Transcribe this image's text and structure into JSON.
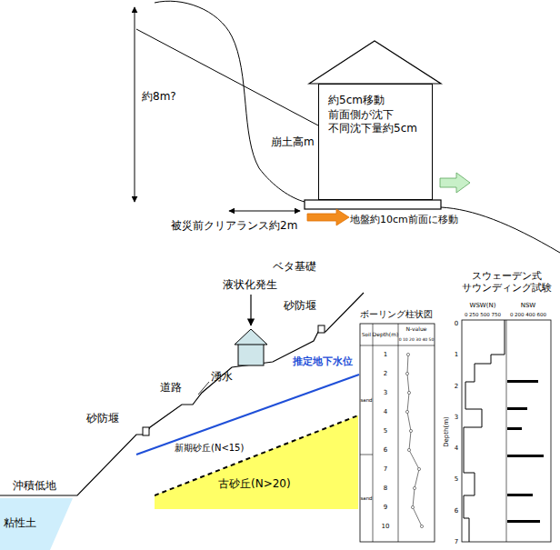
{
  "diagram": {
    "nodes": [
      {
        "text": [
          "約5cm移動 前面側が沈下 不同沈下量約5cm"
        ]
      },
      {
        "text": [
          "古砂丘(N>20)"
        ]
      },
      {
        "text": [
          "粘性土"
        ]
      }
    ],
    "edges": [],
    "labels": [
      "約8m?",
      "崩土高m",
      "被災前クリアランス約2m",
      "地盤約10cm前面に移動",
      "ベタ基礎",
      "ボーリング柱状図",
      "スウェーデン式 サウンディング試験",
      "液状化発生",
      "砂防堰",
      "湧水",
      "道路",
      "推定地下水位",
      "砂防堰",
      "新期砂丘(N<15)",
      "沖積低地",
      "Soil",
      "Depth(m)",
      "N-value",
      "0 10 20 30 40 50",
      "1",
      "2",
      "3",
      "4",
      "5",
      "6",
      "7",
      "8",
      "9",
      "10",
      "sand",
      "sand",
      "WSW(N)",
      "NSW",
      "0 250 500 750",
      "0 200 400 600",
      "Depth(m)",
      "0",
      "1",
      "2",
      "3",
      "4",
      "5",
      "6",
      "7"
    ]
  }
}
